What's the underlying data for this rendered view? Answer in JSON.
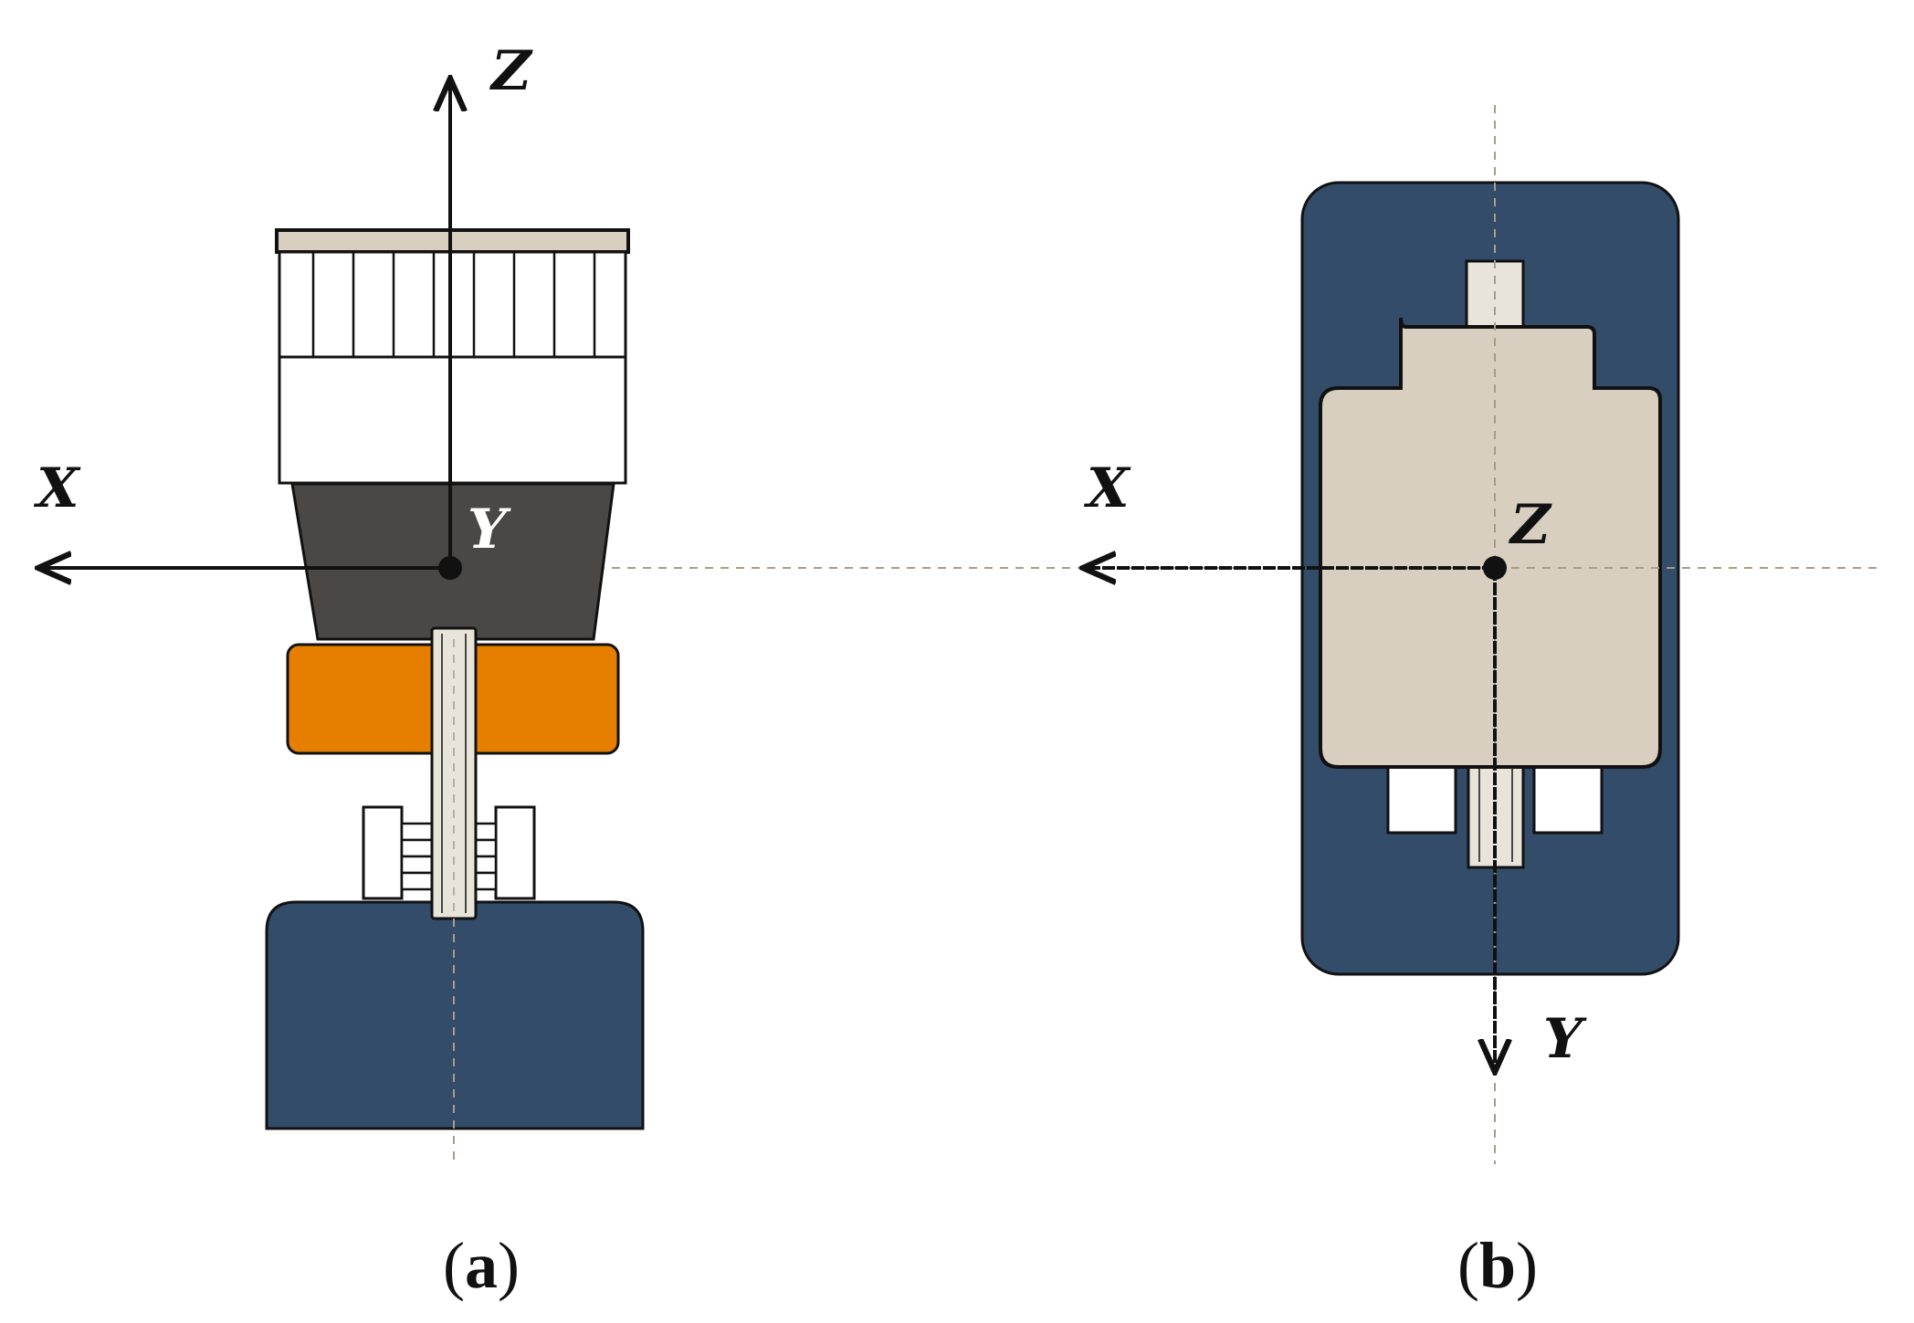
{
  "colors": {
    "navy": "#324C69",
    "beige": "#D8CFC0",
    "dark_gray": "#4A4846",
    "orange": "#E67E00",
    "light_shaft": "#E8E4DA",
    "outline": "#111111",
    "guide": "#A89C8C"
  },
  "panel_a": {
    "label": "a",
    "axes": {
      "x": "X",
      "y": "Y",
      "z": "Z"
    }
  },
  "panel_b": {
    "label": "b",
    "axes": {
      "x": "X",
      "y": "Y",
      "z": "Z"
    }
  }
}
